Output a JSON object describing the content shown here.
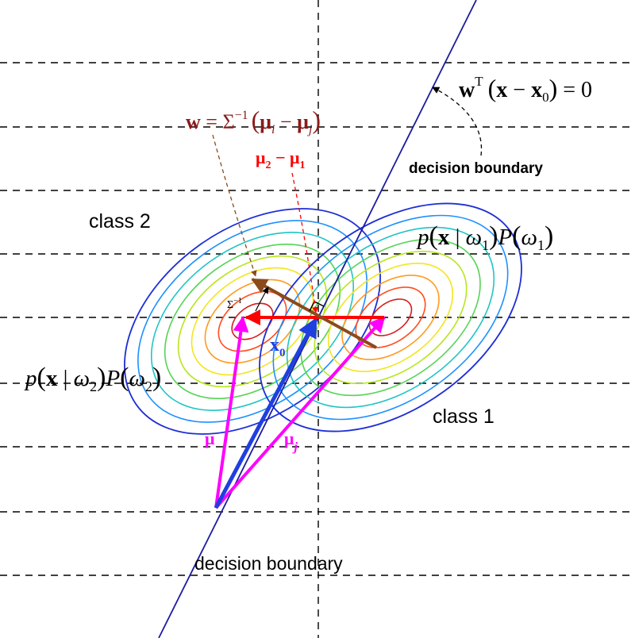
{
  "labels": {
    "class2": "class 2",
    "class1": "class 1",
    "decision_boundary_top": "decision boundary",
    "decision_boundary_bottom": "decision boundary",
    "sigma_inv_small": "Σ",
    "sigma_inv_small_sup": "−1",
    "x0_base": "x",
    "x0_sub": "0",
    "mu_i_partial": "μ",
    "mu_j_base": "μ",
    "mu_j_sub": "j"
  },
  "formulas": {
    "boundary_eq": {
      "w": "w",
      "T": "T",
      "lp": "(",
      "x": "x",
      "minus": " − ",
      "x0": "x",
      "x0sub": "0",
      "rp": ")",
      "eq": " = 0"
    },
    "w_eq": {
      "w": "w",
      "eq": " = ",
      "sigma": "Σ",
      "sup": "−1",
      "lp": "(",
      "mui": "μ",
      "isub": "i",
      "minus": " − ",
      "muj": "μ",
      "jsub": "j",
      "rp": ")"
    },
    "mu_diff": {
      "mu2": "μ",
      "sub2": "2",
      "minus": " − ",
      "mu1": "μ",
      "sub1": "1"
    },
    "p1": {
      "p": "p",
      "lp": "(",
      "x": "x",
      "bar": " | ",
      "omega": "ω",
      "sub": "1",
      "rp": ")",
      "P": "P",
      "lp2": "(",
      "omega2": "ω",
      "sub2": "1",
      "rp2": ")"
    },
    "p2": {
      "p": "p",
      "lp": "(",
      "x": "x",
      "bar": " | ",
      "omega": "ω",
      "sub": "2",
      "rp": ")",
      "P": "P",
      "lp2": "(",
      "omega2": "ω",
      "sub2": "2",
      "rp2": ")"
    }
  },
  "colors": {
    "background": "#ffffff",
    "grid": "#000000",
    "boundary": "#1c1c9e",
    "w_vector": "#8b4a1c",
    "w_label": "#8b1a1a",
    "mu_diff": "#ff0000",
    "mu_vectors": "#ff00ff",
    "x0_vector": "#1f3fdf",
    "contours": [
      "#1e2ed6",
      "#1e90ff",
      "#22c4c4",
      "#55d455",
      "#b8e61e",
      "#f2e61e",
      "#ff9a1e",
      "#ff4d1e",
      "#d41e1e"
    ]
  }
}
